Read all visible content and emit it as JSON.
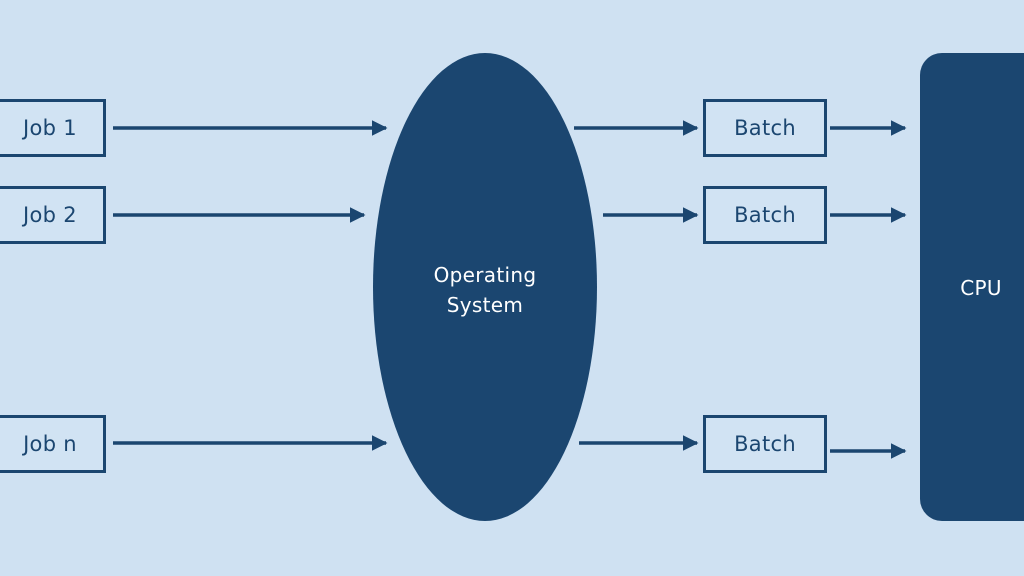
{
  "diagram": {
    "jobs": [
      {
        "label": "Job 1"
      },
      {
        "label": "Job 2"
      },
      {
        "label": "Job n"
      }
    ],
    "os": {
      "line1": "Operating",
      "line2": "System"
    },
    "batches": [
      {
        "label": "Batch"
      },
      {
        "label": "Batch"
      },
      {
        "label": "Batch"
      }
    ],
    "cpu": {
      "label": "CPU"
    },
    "colors": {
      "background": "#cfe1f2",
      "primary": "#1b4670",
      "on_primary": "#ffffff"
    }
  }
}
